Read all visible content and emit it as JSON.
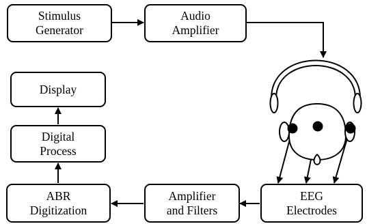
{
  "diagram": {
    "nodes": {
      "stimulus_generator": {
        "line1": "Stimulus",
        "line2": "Generator"
      },
      "audio_amplifier": {
        "line1": "Audio",
        "line2": "Amplifier"
      },
      "display": {
        "line1": "Display"
      },
      "digital_process": {
        "line1": "Digital",
        "line2": "Process"
      },
      "abr_digitization": {
        "line1": "ABR",
        "line2": "Digitization"
      },
      "amplifier_filters": {
        "line1": "Amplifier",
        "line2": "and Filters"
      },
      "eeg_electrodes": {
        "line1": "EEG",
        "line2": "Electrodes"
      }
    },
    "icons": [
      "headphones-icon",
      "head-icon"
    ],
    "colors": {
      "stroke": "#000000",
      "fill": "#ffffff"
    }
  }
}
